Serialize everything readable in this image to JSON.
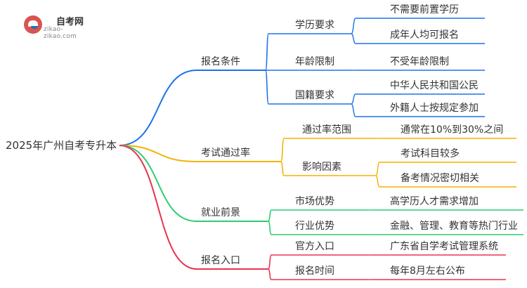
{
  "logo": {
    "name": "自考网",
    "url": "zikao-zikao.com"
  },
  "root": {
    "label": "2025年广州自考专升本"
  },
  "colors": {
    "blue": "#1e73e8",
    "orange": "#f5b100",
    "green": "#2ecc71",
    "red": "#e8344f"
  },
  "branches": [
    {
      "label": "报名条件",
      "color_key": "blue",
      "children": [
        {
          "label": "学历要求",
          "children": [
            "不需要前置学历",
            "成年人均可报名"
          ]
        },
        {
          "label": "年龄限制",
          "children": [
            "不受年龄限制"
          ]
        },
        {
          "label": "国籍要求",
          "children": [
            "中华人民共和国公民",
            "外籍人士按规定参加"
          ]
        }
      ]
    },
    {
      "label": "考试通过率",
      "color_key": "orange",
      "children": [
        {
          "label": "通过率范围",
          "children": [
            "通常在10%到30%之间"
          ]
        },
        {
          "label": "影响因素",
          "children": [
            "考试科目较多",
            "备考情况密切相关"
          ]
        }
      ]
    },
    {
      "label": "就业前景",
      "color_key": "green",
      "children": [
        {
          "label": "市场优势",
          "children": [
            "高学历人才需求增加"
          ]
        },
        {
          "label": "行业优势",
          "children": [
            "金融、管理、教育等热门行业"
          ]
        }
      ]
    },
    {
      "label": "报名入口",
      "color_key": "red",
      "children": [
        {
          "label": "官方入口",
          "children": [
            "广东省自学考试管理系统"
          ]
        },
        {
          "label": "报名时间",
          "children": [
            "每年8月左右公布"
          ]
        }
      ]
    }
  ]
}
